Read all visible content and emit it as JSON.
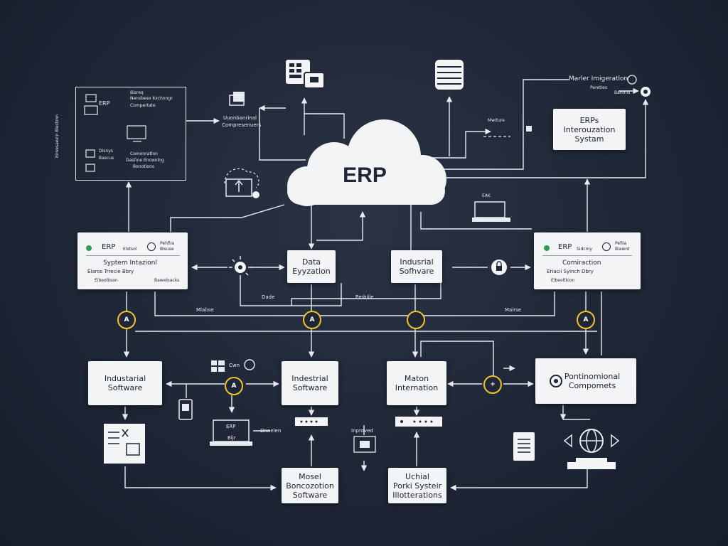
{
  "colors": {
    "background": "#1f2636",
    "box_fill": "#f3f4f6",
    "line": "#e7eaf0",
    "badge_ring": "#f2c230",
    "status_green": "#2f9e54"
  },
  "cloud": {
    "label": "ERP"
  },
  "top_left_panel": {
    "erp_label": "ERP",
    "note_top": "Bisreq",
    "note_mid_a": "Nensbeso Kxchnngr",
    "note_mid_b": "Compertate",
    "note_small_a": "Disnys",
    "note_small_b": "Bascus",
    "note_bottom_a": "Comonratlon",
    "note_bottom_b": "Dastine Encwnlng",
    "note_bottom_c": "Bonotions"
  },
  "left_vertical_label": "Ennesaeicn Blectron",
  "top_center_label": {
    "line1": "Uuonbanrinal",
    "line2": "Compresenuers"
  },
  "top_right": {
    "market_label": "Marler Imigeratlon",
    "market_sub_a": "Pereties",
    "market_sub_b": "Baronls",
    "mwiture_label": "Mwiture",
    "erp_integration": {
      "line1": "ERPs",
      "line2": "Interouzation",
      "line3": "Systam"
    }
  },
  "erp_system_left": {
    "erp_label": "ERP",
    "tag": "Elstsol",
    "icon_note_a": "Pehfiia",
    "icon_note_b": "Bisuse",
    "title": "Syptem Intazionl",
    "sub1": "Eiaros Trrecie Bbry",
    "sub2": "Eibeolbson",
    "sub3": "Baweloacks"
  },
  "erp_system_right": {
    "erp_label": "ERP",
    "tag": "Sidcmy",
    "icon_note_a": "Pefiia",
    "icon_note_b": "Biawnt",
    "title": "Comiraction",
    "sub1": "Eriacii Syinch Dbry",
    "sub2": "Eibeoltkion"
  },
  "data_box": {
    "line1": "Data",
    "line2": "Eyyzation"
  },
  "industrial_top": {
    "line1": "Indusrial",
    "line2": "Sofhvare"
  },
  "mid_labels": {
    "dade": "Dade",
    "pmbilie": "Pmbilie",
    "mlabse": "Mlabse",
    "mairse": "Mairse",
    "eak": "EAK"
  },
  "industrial_left": {
    "line1": "Industarial",
    "line2": "Software"
  },
  "industrial_center": {
    "line1": "Indestrial",
    "line2": "Software"
  },
  "maton": {
    "line1": "Maton",
    "line2": "Internation"
  },
  "components": {
    "line1": "Pontinomional",
    "line2": "Compomets"
  },
  "laptop_erp": {
    "line1": "ERP",
    "line2": "Bijr"
  },
  "windows_label": "Cwn",
  "dnnelen_label": "Dnnelen",
  "improved_label": "Inproved",
  "model_box": {
    "line1": "Mosel",
    "line2": "Boncozotion",
    "line3": "Software"
  },
  "uchial_box": {
    "line1": "Uchial",
    "line2": "Porki Systeir",
    "line3": "Illotterations"
  },
  "badges": [
    "A",
    "A",
    "",
    "A",
    "A",
    "+"
  ]
}
